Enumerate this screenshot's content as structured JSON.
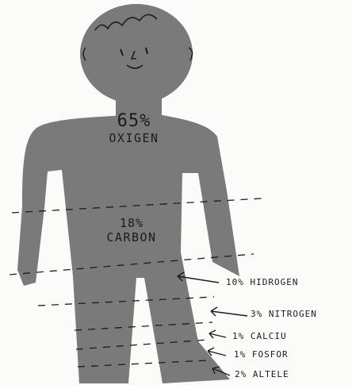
{
  "colors": {
    "body": "#7a7a7a",
    "ink": "#1c1c1c",
    "background": "#fbfbf9"
  },
  "regions": [
    {
      "percent": "65%",
      "element": "OXIGEN"
    },
    {
      "percent": "18%",
      "element": "CARBON"
    }
  ],
  "labels": [
    {
      "percent": "10%",
      "element": "HIDROGEN"
    },
    {
      "percent": "3%",
      "element": "NITROGEN"
    },
    {
      "percent": "1%",
      "element": "CALCIU"
    },
    {
      "percent": "1%",
      "element": "FOSFOR"
    },
    {
      "percent": "2%",
      "element": "ALTELE"
    }
  ]
}
